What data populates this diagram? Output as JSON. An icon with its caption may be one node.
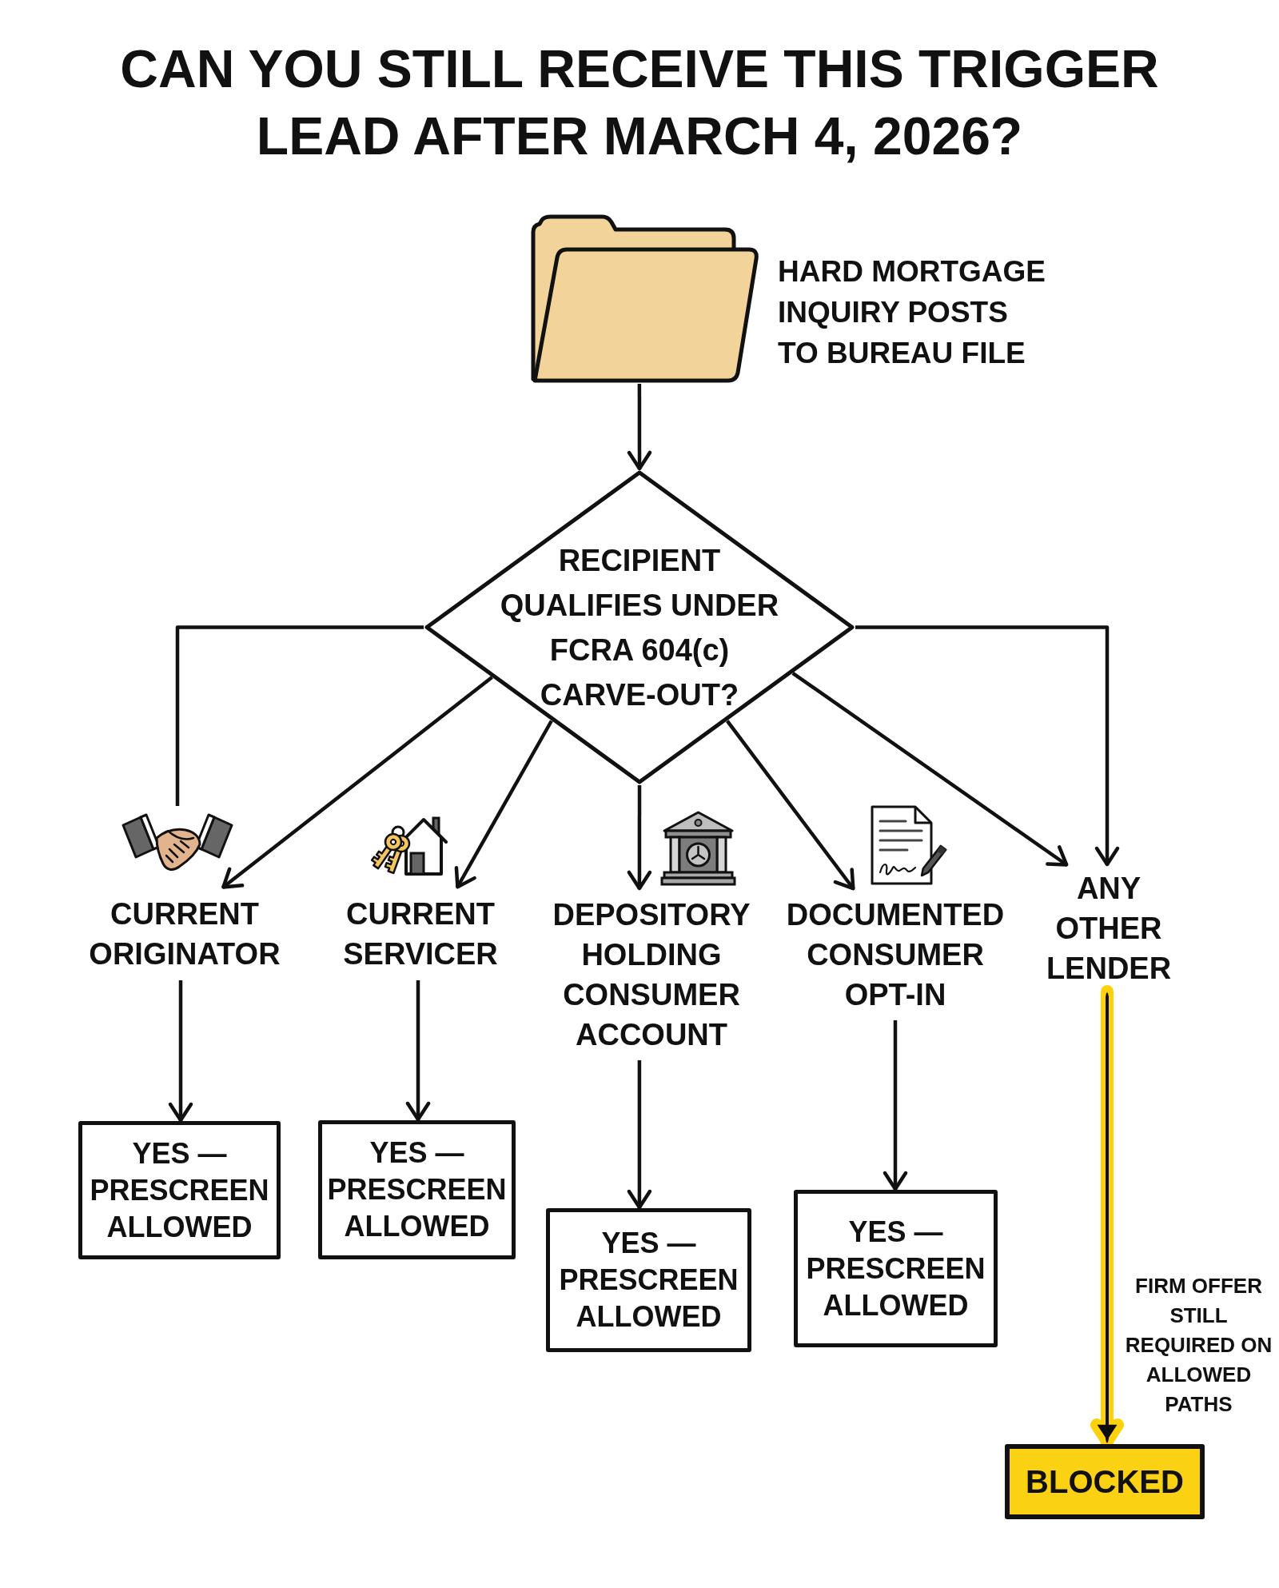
{
  "diagram": {
    "title": "CAN YOU STILL RECEIVE THIS TRIGGER LEAD AFTER MARCH 4, 2026?",
    "nodes": [
      {
        "text": [],
        "shape": "picture",
        "beside": [
          "HARD MORTGAGE INQUIRY POSTS TO BUREAU FILE"
        ]
      },
      {
        "text": [
          "RECIPIENT QUALIFIES UNDER FCRA 604(c) CARVE-OUT?"
        ]
      },
      {
        "text": [],
        "shape": "picture"
      },
      {
        "text": [
          "CURRENT ORIGINATOR"
        ]
      },
      {
        "text": [
          "CURRENT SERVICER"
        ]
      },
      {
        "text": [
          "DEPOSITORY HOLDING CONSUMER ACCOUNT"
        ]
      },
      {
        "text": [
          "DOCUMENTED CONSUMER OPT-IN"
        ]
      },
      {
        "text": [
          "ANY OTHER LENDER"
        ]
      },
      {
        "text": [
          "YES — PRESCREEN ALLOWED"
        ]
      },
      {
        "text": [
          "YES — PRESCREEN ALLOWED"
        ]
      },
      {
        "text": [
          "YES — PRESCREEN ALLOWED"
        ]
      },
      {
        "text": [
          "YES — PRESCREEN ALLOWED"
        ]
      },
      {
        "text": [
          "BLOCKED"
        ]
      }
    ],
    "edges": [
      {
        "from": 0,
        "to": 1,
        "arrow": "to"
      },
      {
        "from": 1,
        "to": 2,
        "arrow": "none"
      },
      {
        "from": 1,
        "to": 3,
        "arrow": "to"
      },
      {
        "from": 1,
        "to": 4,
        "arrow": "to"
      },
      {
        "from": 1,
        "to": 5,
        "arrow": "to"
      },
      {
        "from": 1,
        "to": 6,
        "arrow": "to"
      },
      {
        "from": 1,
        "to": 7,
        "arrow": "to"
      },
      {
        "from": 1,
        "to": 7,
        "arrow": "to"
      },
      {
        "from": 3,
        "to": 8,
        "arrow": "to"
      },
      {
        "from": 4,
        "to": 9,
        "arrow": "to"
      },
      {
        "from": 5,
        "to": 10,
        "arrow": "to"
      },
      {
        "from": 6,
        "to": 11,
        "arrow": "to"
      },
      {
        "from": 7,
        "to": 12,
        "arrow": "to",
        "style": "thick",
        "color": "#fdd20a"
      }
    ],
    "labels": [
      "FIRM OFFER STILL REQUIRED ON ALLOWED PATHS"
    ]
  }
}
